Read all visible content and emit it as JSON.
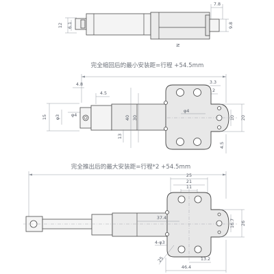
{
  "captions": {
    "retracted": "完全缩回后的最小安装距=行程 +54.5mm",
    "extended": "完全推出后的最大安装距=行程*2 +54.5mm"
  },
  "dims": {
    "top": {
      "d_12": "12",
      "d_6_1": "6.1",
      "d_7_8": "7.8",
      "d_9_8": "9.8",
      "d_n": "N"
    },
    "mid": {
      "d_4_8": "4.8",
      "d_4_5": "4.5",
      "d_3_3": "3.3",
      "d_2": "2",
      "d_15": "15",
      "d_phi3": "φ3",
      "d_phi4_left": "φ4",
      "d_40": "40",
      "d_30": "30",
      "d_13": "13",
      "d_phi4_right": "φ4",
      "d_10": "10",
      "d_20": "20",
      "d_4_5_lower": "4.5"
    },
    "bot": {
      "d_25": "25",
      "d_21": "21",
      "d_11": "11",
      "d_37_4": "37.4",
      "d_16_7": "16.7",
      "d_26": "26",
      "d_4x3": "4-φ3",
      "d_25_diag": "25",
      "d_13_2": "13.2",
      "d_46_4": "46.4"
    }
  }
}
